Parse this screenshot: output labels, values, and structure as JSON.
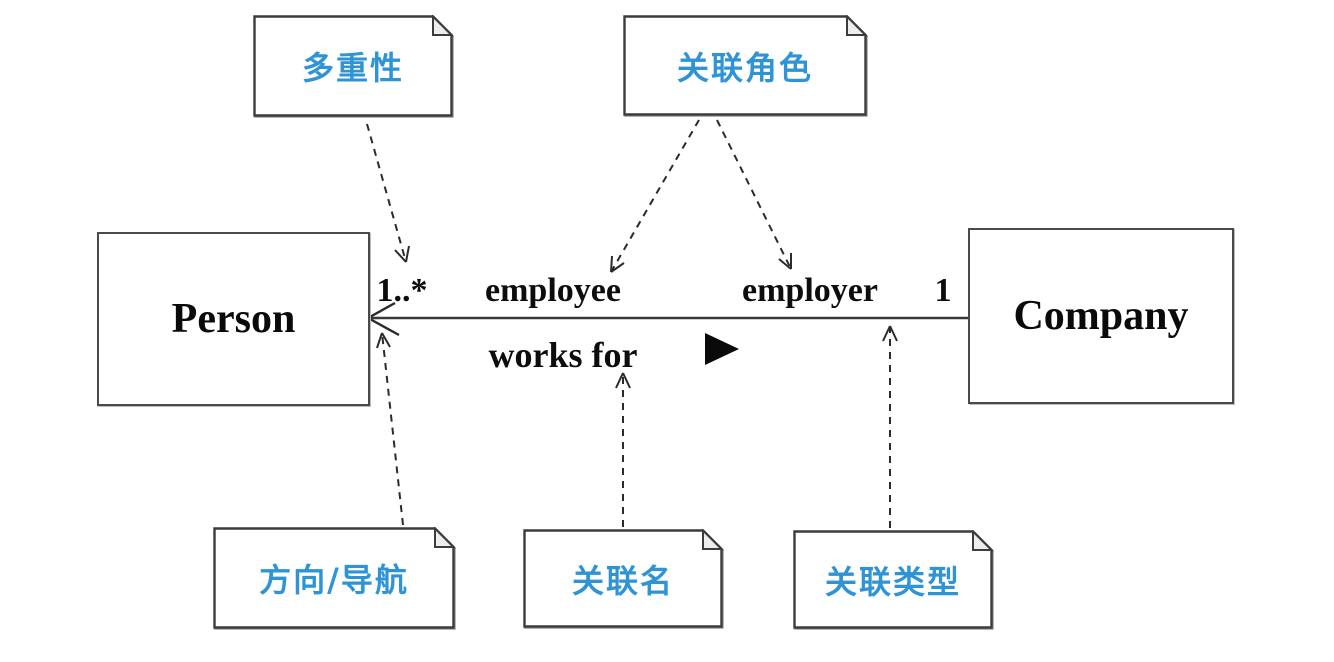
{
  "diagram": {
    "type": "uml-class-association",
    "classes": [
      {
        "id": "person",
        "name": "Person"
      },
      {
        "id": "company",
        "name": "Company"
      }
    ],
    "association": {
      "name": "works for",
      "direction_indicator": "filled-right-triangle",
      "line_style": "solid",
      "ends": [
        {
          "class": "Person",
          "role": "employee",
          "multiplicity": "1..*",
          "navigable": true
        },
        {
          "class": "Company",
          "role": "employer",
          "multiplicity": "1",
          "navigable": false
        }
      ]
    },
    "notes": [
      {
        "id": "multiplicity",
        "text": "多重性",
        "points_to": "multiplicity 1..*"
      },
      {
        "id": "association-role",
        "text": "关联角色",
        "points_to": "employee / employer roles"
      },
      {
        "id": "direction-navigation",
        "text": "方向/导航",
        "points_to": "navigability arrowhead"
      },
      {
        "id": "association-name",
        "text": "关联名",
        "points_to": "works for"
      },
      {
        "id": "association-type",
        "text": "关联类型",
        "points_to": "association line"
      }
    ],
    "colors": {
      "background": "#ffffff",
      "note_text": "#2f94d6",
      "note_border": "#3c3c3c",
      "class_border": "#4a4a4a",
      "line": "#3a3a3a",
      "label_text": "#0d0d0d"
    }
  }
}
